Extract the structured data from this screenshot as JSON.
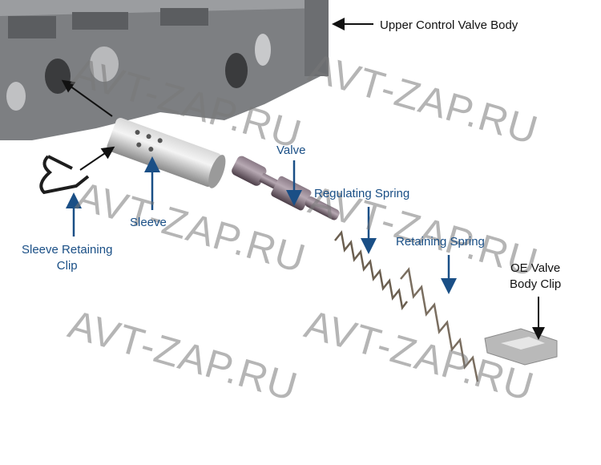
{
  "labels": {
    "upper_body": "Upper Control Valve Body",
    "valve": "Valve",
    "regulating_spring": "Regulating Spring",
    "retaining_spring": "Retaining Spring",
    "oe_clip_line1": "OE Valve",
    "oe_clip_line2": "Body Clip",
    "sleeve": "Sleeve",
    "sleeve_clip_line1": "Sleeve Retaining",
    "sleeve_clip_line2": "Clip"
  },
  "watermark": "AVT-ZAP.RU",
  "colors": {
    "label_blue": "#1a4f86",
    "arrow_blue": "#1a4f86",
    "label_black": "#111111"
  }
}
